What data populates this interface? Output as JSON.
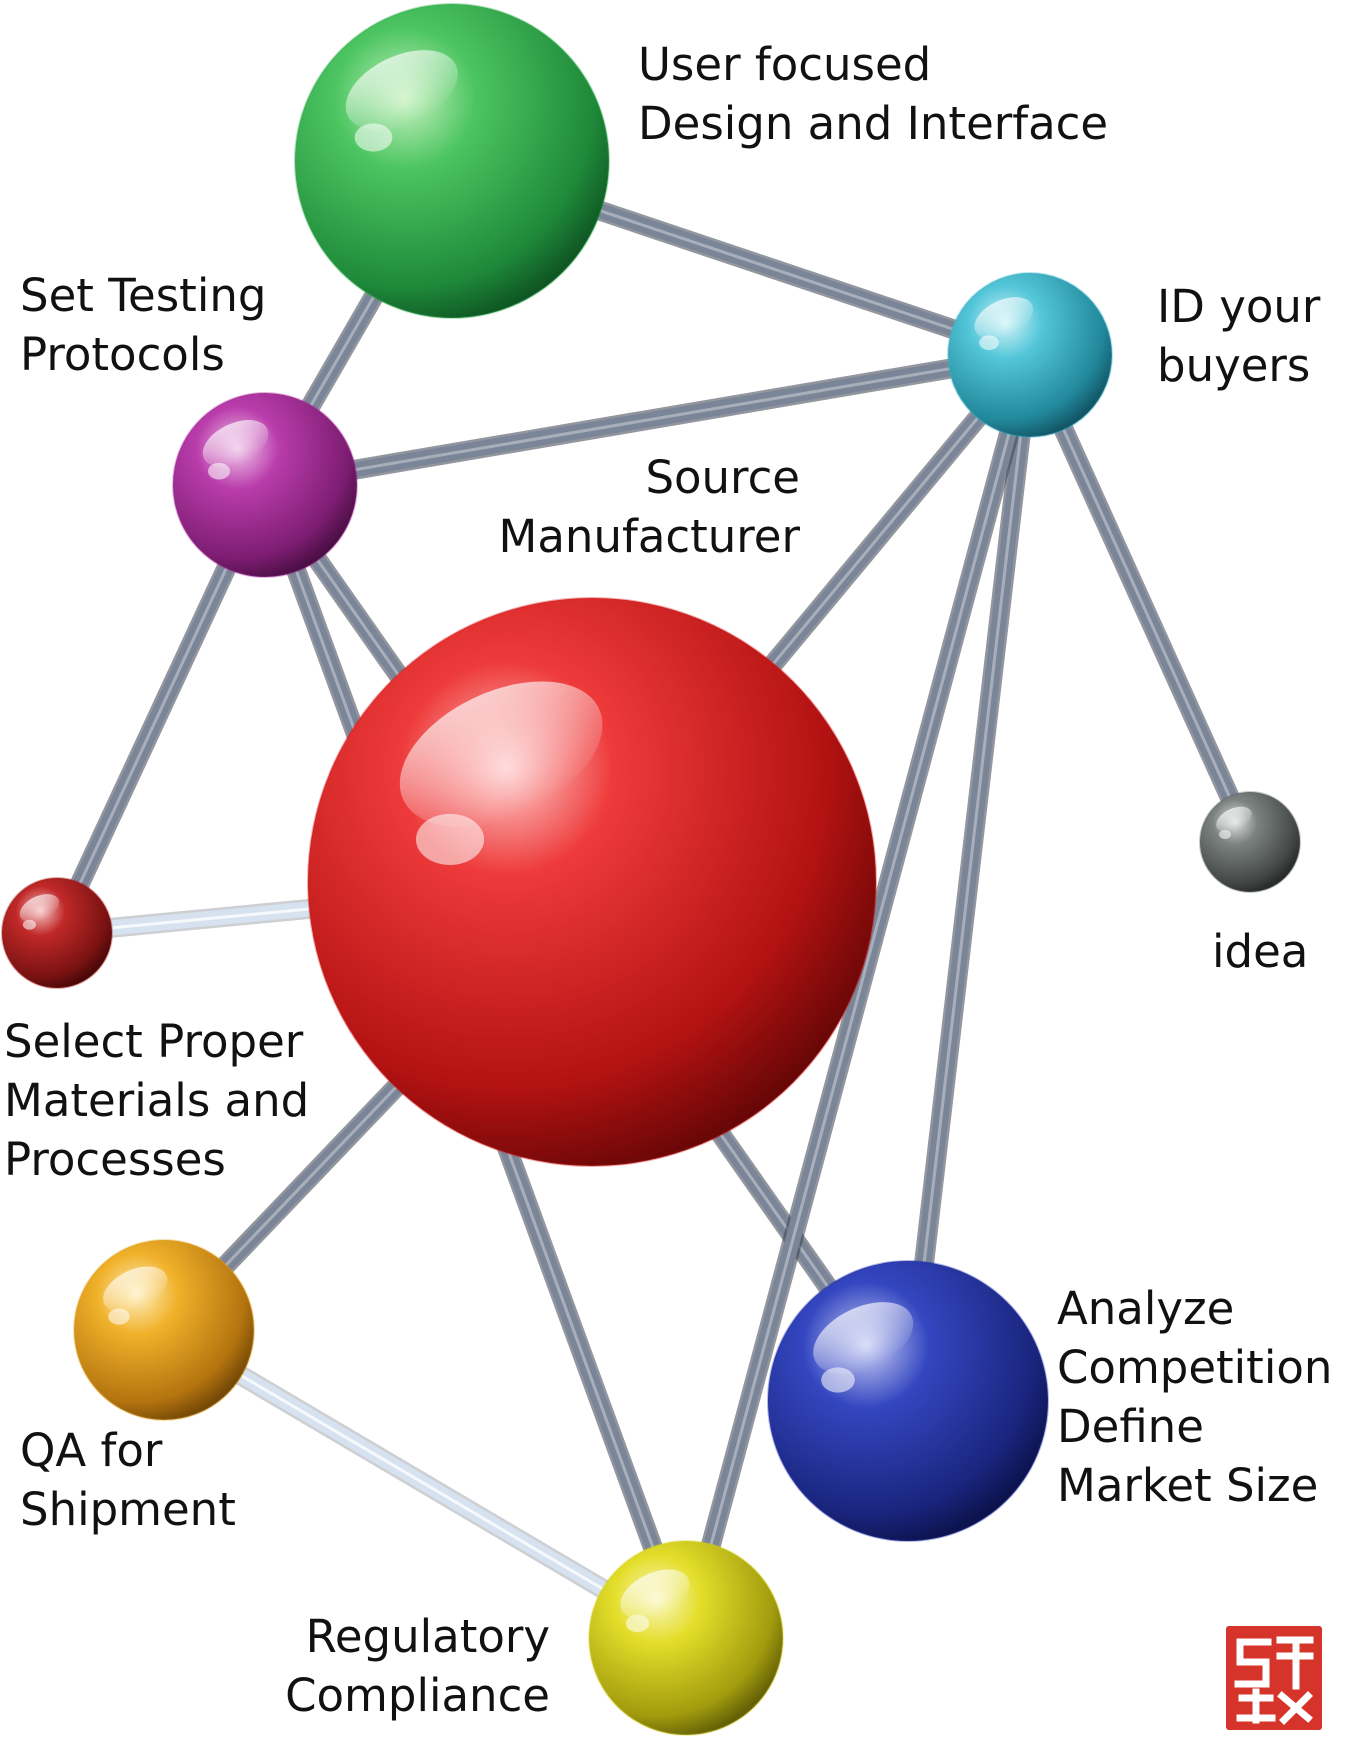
{
  "diagram": {
    "nodes": [
      {
        "id": "user-focused-design",
        "color": "#2fae4a",
        "label_lines": [
          "User focused",
          "Design and Interface"
        ]
      },
      {
        "id": "id-your-buyers",
        "color": "#36b3c9",
        "label_lines": [
          "ID your",
          "buyers"
        ]
      },
      {
        "id": "set-testing-protocols",
        "color": "#a8299a",
        "label_lines": [
          "Set Testing",
          "Protocols"
        ]
      },
      {
        "id": "source-manufacturer",
        "color": "#d81b1b",
        "label_lines": [
          "Source",
          "Manufacturer"
        ]
      },
      {
        "id": "idea",
        "color": "#5f6462",
        "label_lines": [
          "idea"
        ]
      },
      {
        "id": "select-materials",
        "color": "#a31b1b",
        "label_lines": [
          "Select Proper",
          "Materials and",
          "Processes"
        ]
      },
      {
        "id": "qa-for-shipment",
        "color": "#e3a01b",
        "label_lines": [
          "QA for",
          "Shipment"
        ]
      },
      {
        "id": "analyze-competition",
        "color": "#2233a8",
        "label_lines": [
          "Analyze",
          "Competition",
          "Define",
          "Market Size"
        ]
      },
      {
        "id": "regulatory-compliance",
        "color": "#d8d21c",
        "label_lines": [
          "Regulatory",
          "Compliance"
        ]
      }
    ],
    "edges": [
      [
        "user-focused-design",
        "id-your-buyers"
      ],
      [
        "user-focused-design",
        "set-testing-protocols"
      ],
      [
        "set-testing-protocols",
        "id-your-buyers"
      ],
      [
        "set-testing-protocols",
        "select-materials"
      ],
      [
        "set-testing-protocols",
        "regulatory-compliance"
      ],
      [
        "set-testing-protocols",
        "analyze-competition"
      ],
      [
        "id-your-buyers",
        "source-manufacturer"
      ],
      [
        "id-your-buyers",
        "idea"
      ],
      [
        "id-your-buyers",
        "analyze-competition"
      ],
      [
        "id-your-buyers",
        "regulatory-compliance"
      ],
      [
        "select-materials",
        "source-manufacturer"
      ],
      [
        "source-manufacturer",
        "qa-for-shipment"
      ],
      [
        "qa-for-shipment",
        "regulatory-compliance"
      ]
    ]
  },
  "colors": {
    "rod": "#7a8597",
    "rod_light": "#d6e2f0",
    "seal": "#d6332b"
  },
  "icons": {
    "seal": "red-seal-stamp-icon"
  }
}
